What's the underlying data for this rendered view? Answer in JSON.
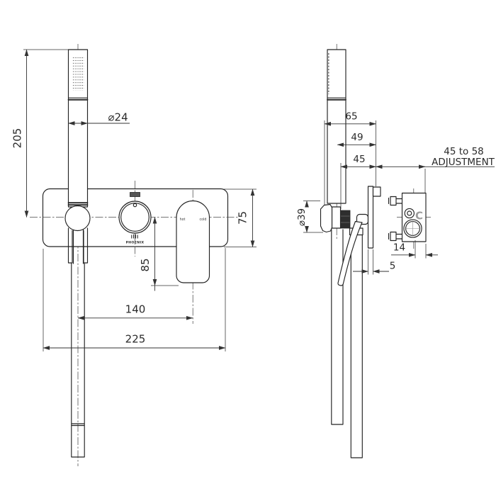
{
  "drawing": {
    "front": {
      "dim_height": "205",
      "dim_hand_dia": "⌀24",
      "dim_plate_height": "75",
      "dim_lever_drop": "85",
      "dim_centres": "140",
      "dim_plate_width": "225",
      "label_hot": "hot",
      "label_cold": "cold",
      "brand": "PHOENIX"
    },
    "side": {
      "dim_front_of_wall": "65",
      "dim_centre_from_wall": "49",
      "dim_face_from_wall": "45",
      "adjustment_range": "45 to 58",
      "adjustment_label": "ADJUSTMENT",
      "dim_holder_dia": "⌀39",
      "dim_outlet_offset": "14",
      "dim_plate_thickness": "5",
      "label_port": "C"
    },
    "colors": {
      "line": "#2a2a2a",
      "background": "#ffffff",
      "port_marking_gray": "#9c9c9c"
    }
  }
}
